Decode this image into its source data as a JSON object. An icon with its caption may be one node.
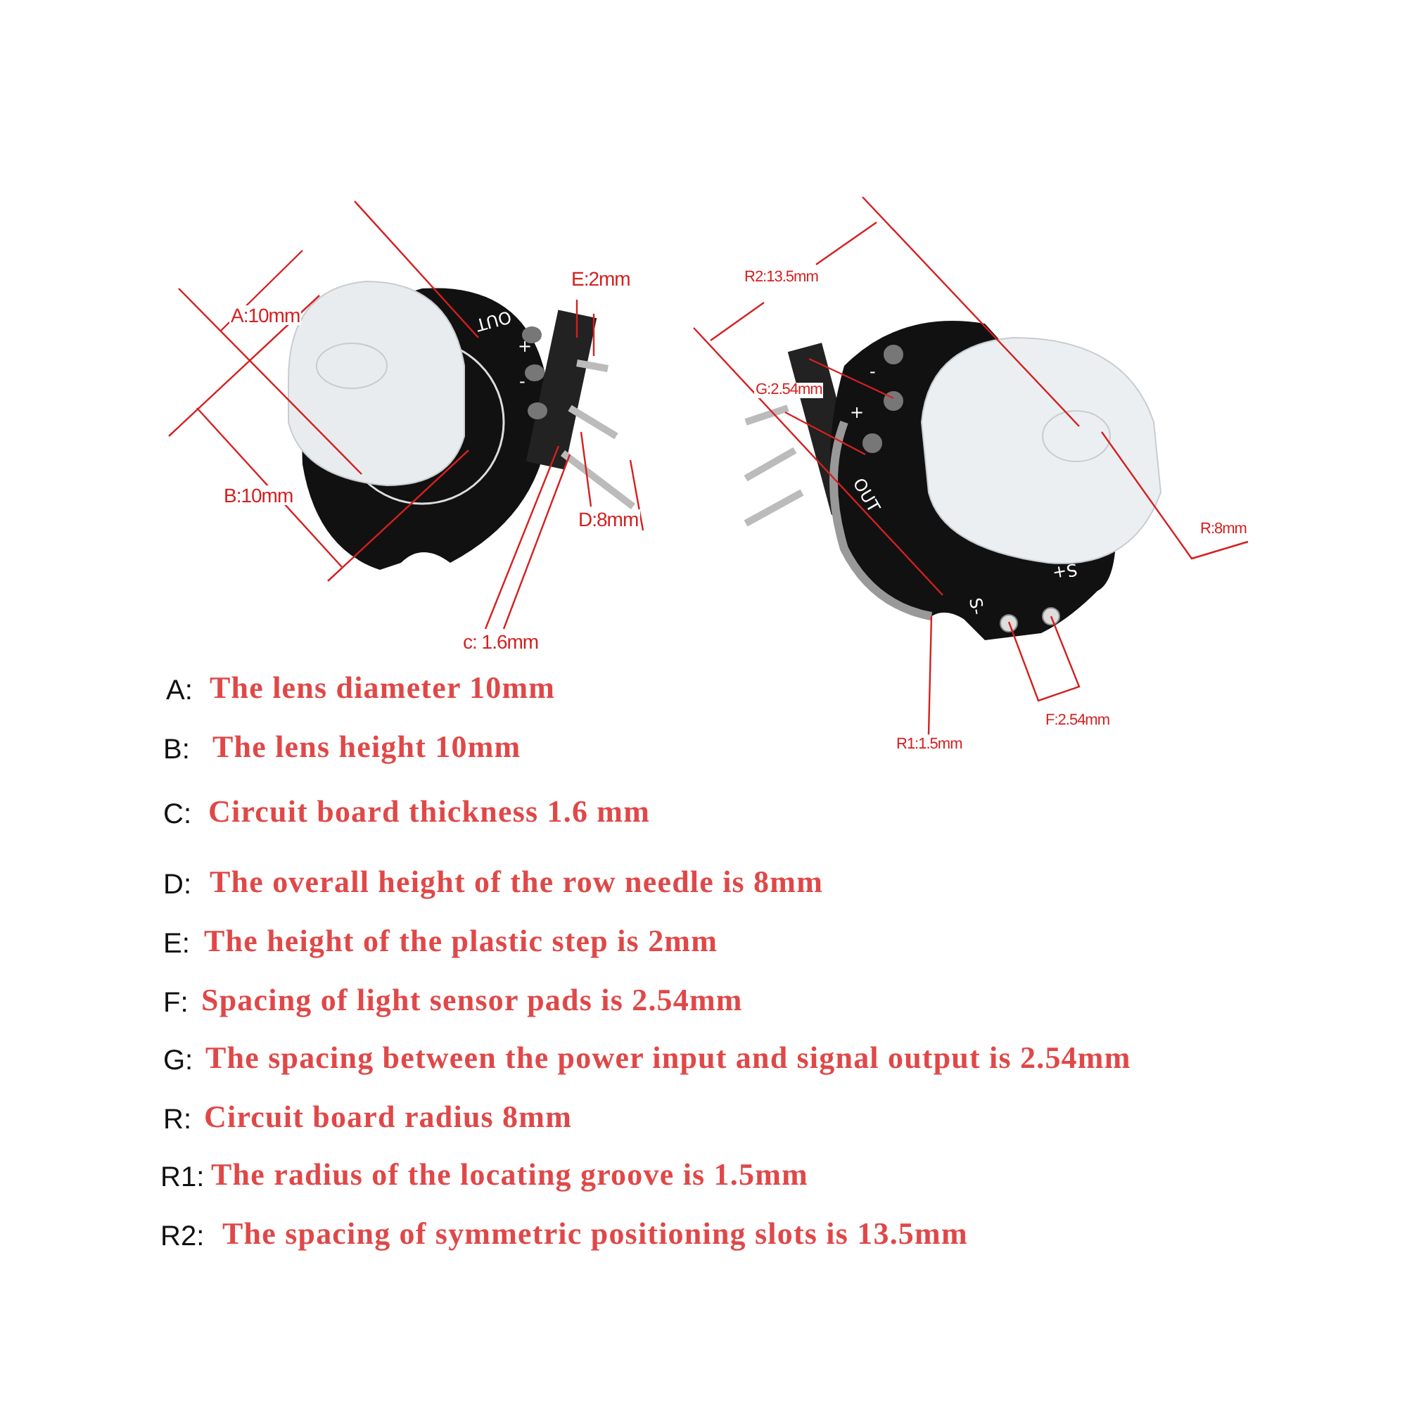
{
  "diagram": {
    "labels": [
      "A:10mm",
      "E:2mm",
      "R2:13.5mm",
      "OUT",
      "+",
      "-",
      "-",
      "G:2.54mm",
      "+",
      "B:10mm",
      "OUT",
      "D:8mm",
      "R:8mm",
      "S+",
      "S-",
      "c: 1.6mm",
      "F:2.54mm",
      "R1:1.5mm",
      "A:",
      "The lens diameter 10mm",
      "B:",
      "The lens height 10mm",
      "C:",
      "Circuit board thickness 1.6 mm",
      "D:",
      "The overall height of the row needle is 8mm",
      "E:",
      "The height of the plastic step is 2mm",
      "F:",
      "Spacing of light sensor pads is 2.54mm",
      "G:",
      "The spacing between the power input and signal output is 2.54mm",
      "R:",
      "Circuit board radius 8mm",
      "R1:",
      "The radius of the locating groove is 1.5mm",
      "R2:",
      "The spacing of symmetric positioning slots is 13.5mm"
    ]
  }
}
